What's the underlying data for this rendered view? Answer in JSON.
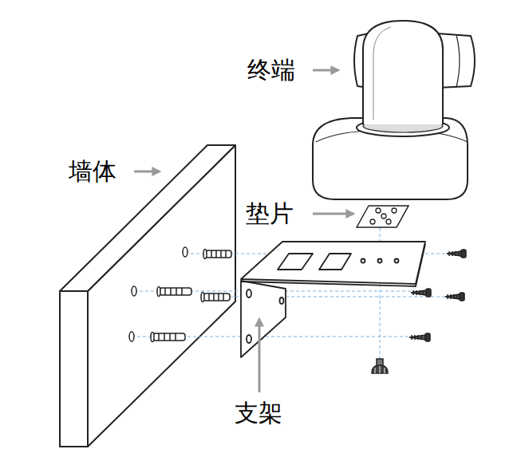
{
  "diagram": {
    "labels": [
      "终端",
      "墙体",
      "垫片",
      "支架"
    ]
  }
}
